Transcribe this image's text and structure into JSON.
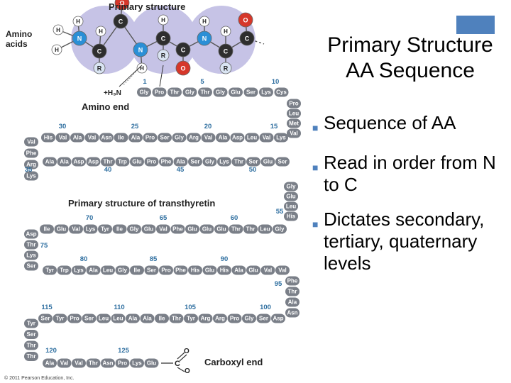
{
  "slide": {
    "title_lines": [
      "Primary Structure",
      "AA Sequence"
    ],
    "bullets": [
      "Sequence of AA",
      "Read in order from N to C",
      "Dictates secondary, tertiary, quaternary levels"
    ],
    "accent_color": "#4f81bd"
  },
  "figure": {
    "top_title": "Primary structure",
    "amino_acids_label": "Amino acids",
    "amino_end_label": "Amino end",
    "amino_group": "+H₃N",
    "carboxyl_end_label": "Carboxyl end",
    "middle_title": "Primary structure of transthyretin",
    "copyright": "© 2011 Pearson Education, Inc.",
    "bead_color": "#7a7f88",
    "highlight_color": "#c6c3e6",
    "atoms": {
      "H": "H",
      "N": "N",
      "C": "C",
      "O": "O",
      "R": "R",
      "colors": {
        "H": "#ffffff",
        "N": "#2a8fd6",
        "C": "#2e2e2e",
        "O": "#d6372a"
      }
    },
    "residue_numbers": [
      "1",
      "5",
      "10",
      "15",
      "20",
      "25",
      "30",
      "35",
      "40",
      "45",
      "50",
      "55",
      "60",
      "65",
      "70",
      "75",
      "80",
      "85",
      "90",
      "95",
      "100",
      "105",
      "110",
      "115",
      "120",
      "125"
    ],
    "rows": {
      "row1": [
        "Gly",
        "Pro",
        "Thr",
        "Gly",
        "Thr",
        "Gly",
        "Glu",
        "Ser",
        "Lys",
        "Cys"
      ],
      "turn1": [
        "Pro",
        "Leu",
        "Met",
        "Val"
      ],
      "row2": [
        "Lys",
        "Val",
        "Leu",
        "Asp",
        "Ala",
        "Val",
        "Arg",
        "Gly",
        "Ser",
        "Pro",
        "Ala",
        "Ile",
        "Asn",
        "Val",
        "Ala",
        "Val",
        "His"
      ],
      "turn2": [
        "Val",
        "Phe",
        "Arg",
        "Lys"
      ],
      "row3": [
        "Ala",
        "Ala",
        "Asp",
        "Asp",
        "Thr",
        "Trp",
        "Glu",
        "Pro",
        "Phe",
        "Ala",
        "Ser",
        "Gly",
        "Lys",
        "Thr",
        "Ser",
        "Glu",
        "Ser"
      ],
      "turn3": [
        "Gly",
        "Glu",
        "Leu",
        "His"
      ],
      "row4": [
        "Gly",
        "Leu",
        "Thr",
        "Thr",
        "Glu",
        "Glu",
        "Glu",
        "Phe",
        "Val",
        "Glu",
        "Gly",
        "Ile",
        "Tyr",
        "Lys",
        "Val",
        "Glu",
        "Ile"
      ],
      "turn4": [
        "Asp",
        "Thr",
        "Lys",
        "Ser"
      ],
      "row5": [
        "Tyr",
        "Trp",
        "Lys",
        "Ala",
        "Leu",
        "Gly",
        "Ile",
        "Ser",
        "Pro",
        "Phe",
        "His",
        "Glu",
        "His",
        "Ala",
        "Glu",
        "Val",
        "Val"
      ],
      "turn5": [
        "Phe",
        "Thr",
        "Ala",
        "Asn"
      ],
      "row6": [
        "Asp",
        "Ser",
        "Gly",
        "Pro",
        "Arg",
        "Arg",
        "Tyr",
        "Thr",
        "Ile",
        "Ala",
        "Ala",
        "Leu",
        "Leu",
        "Ser",
        "Pro",
        "Tyr",
        "Ser"
      ],
      "turn6": [
        "Tyr",
        "Ser",
        "Thr",
        "Thr"
      ],
      "row7": [
        "Ala",
        "Val",
        "Val",
        "Thr",
        "Asn",
        "Pro",
        "Lys",
        "Glu"
      ]
    }
  }
}
